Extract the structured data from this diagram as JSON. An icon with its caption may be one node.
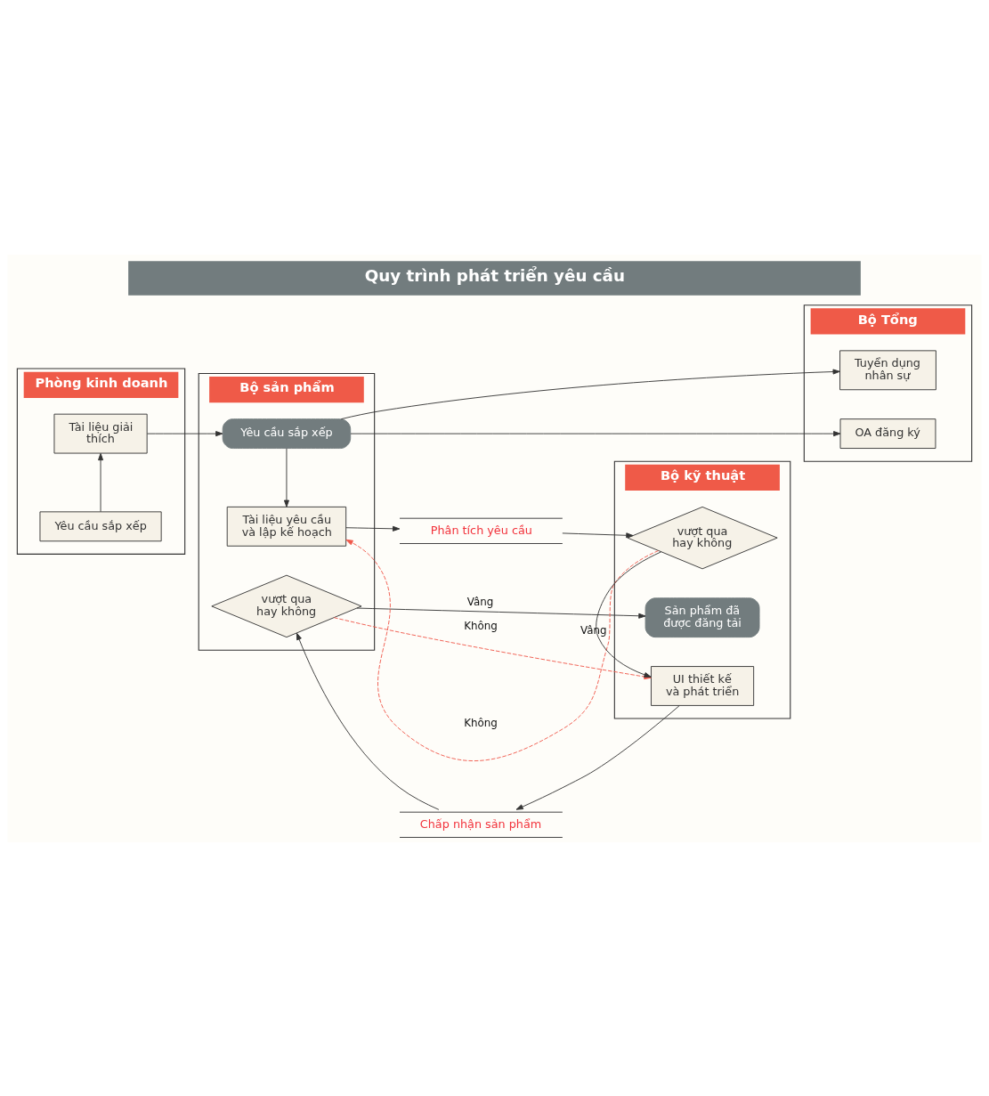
{
  "diagram": {
    "title": "Quy trình phát triển yêu cầu",
    "nodes": [
      {
        "text": [
          "Phòng kinh doanh"
        ]
      },
      {
        "text": [
          "Bộ sản phẩm"
        ]
      },
      {
        "text": [
          "Bộ kỹ thuật"
        ]
      },
      {
        "text": [
          "Bộ Tổng"
        ]
      },
      {
        "text": [
          "Yêu cầu sắp xếp"
        ],
        "in": 0
      },
      {
        "text": [
          "Tài liệu giải thích"
        ],
        "in": 0
      },
      {
        "text": [
          "Yêu cầu sắp xếp"
        ],
        "in": 1
      },
      {
        "text": [
          "Tuyển dụng nhân sự"
        ],
        "in": 3
      },
      {
        "text": [
          "OA đăng ký"
        ],
        "in": 3
      },
      {
        "text": [
          "Tài liệu yêu cầu và lập kế hoạch"
        ],
        "in": 1
      },
      {
        "text": [
          "Phân tích yêu cầu"
        ]
      },
      {
        "text": [
          "vượt qua hay không"
        ],
        "in": 2
      },
      {
        "text": [
          "UI thiết kế và phát triển"
        ],
        "in": 2
      },
      {
        "text": [
          "Chấp nhận sản phẩm"
        ]
      },
      {
        "text": [
          "vượt qua hay không"
        ],
        "in": 1
      },
      {
        "text": [
          "Sản phẩm đã được đăng tải"
        ],
        "in": 2
      }
    ],
    "edges": [
      {
        "from": 4,
        "to": 5,
        "arrow": "to"
      },
      {
        "from": 5,
        "to": 6,
        "arrow": "to"
      },
      {
        "from": 6,
        "to": 7,
        "arrow": "to"
      },
      {
        "from": 6,
        "to": 8,
        "arrow": "to"
      },
      {
        "from": 6,
        "to": 9,
        "arrow": "to"
      },
      {
        "from": 9,
        "to": 10,
        "arrow": "to"
      },
      {
        "from": 10,
        "to": 11,
        "arrow": "to"
      },
      {
        "from": 11,
        "to": 9,
        "arrow": "to",
        "label": "Không",
        "style": "dashed",
        "color": "#f0584a"
      },
      {
        "from": 11,
        "to": 12,
        "arrow": "to",
        "label": "Vâng"
      },
      {
        "from": 12,
        "to": 13,
        "arrow": "to"
      },
      {
        "from": 13,
        "to": 14,
        "arrow": "to"
      },
      {
        "from": 14,
        "to": 12,
        "arrow": "to",
        "label": "Không",
        "style": "dashed",
        "color": "#f0584a"
      },
      {
        "from": 14,
        "to": 15,
        "arrow": "to",
        "label": "Vâng"
      }
    ]
  }
}
